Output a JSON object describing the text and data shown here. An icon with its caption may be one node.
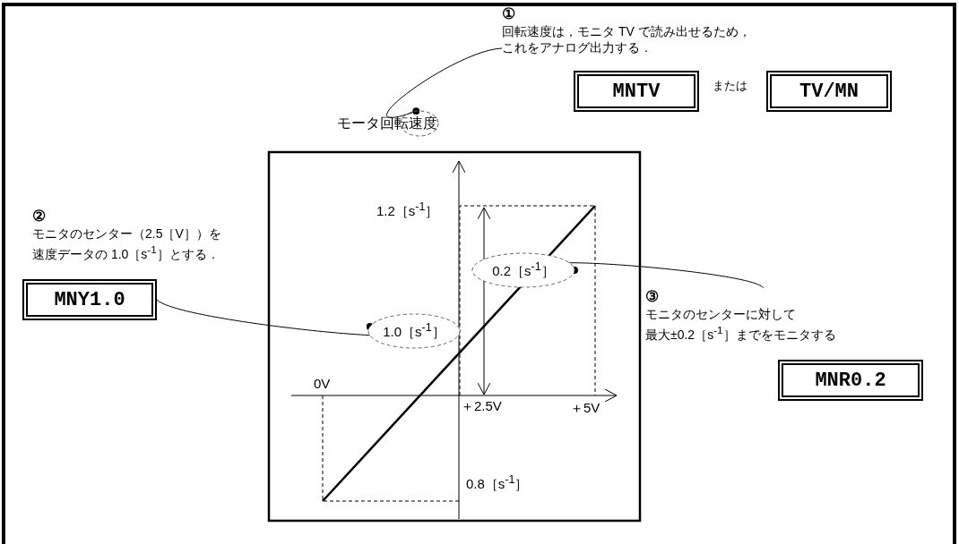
{
  "diagram": {
    "nodes": [
      {
        "text": [
          "①",
          "回転速度は，モニタ TV で読み出せるため，これをアナログ出力する．"
        ]
      },
      {
        "text": [],
        "shape": "ellipse"
      },
      {
        "text": [
          "MNTV"
        ]
      },
      {
        "text": [
          "TV/MN"
        ]
      },
      {
        "text": [
          "②",
          "モニタのセンター（2.5［V］）を速度データの 1.0［s$^{-1}$］とする．"
        ]
      },
      {
        "text": [
          "MNY1.0"
        ]
      },
      {
        "text": [
          "1.0［s$^{-1}$］"
        ]
      },
      {
        "text": [
          "0.2［s$^{-1}$］"
        ]
      },
      {
        "text": [
          "③",
          "モニタのセンターに対して最大±0.2［s$^{-1}$］までをモニタする"
        ]
      },
      {
        "text": [
          "MNR0.2"
        ]
      }
    ],
    "edges": [
      {
        "from": 0,
        "to": 1,
        "arrow": "other"
      },
      {
        "from": 5,
        "to": 6,
        "arrow": "other"
      },
      {
        "from": 8,
        "to": 7,
        "arrow": "other"
      }
    ],
    "labels": [
      "モータ回転速度",
      "または",
      "1.2［s$^{-1}$］",
      "0V",
      "＋2.5V",
      "＋5V",
      "0.8［s$^{-1}$］"
    ]
  }
}
